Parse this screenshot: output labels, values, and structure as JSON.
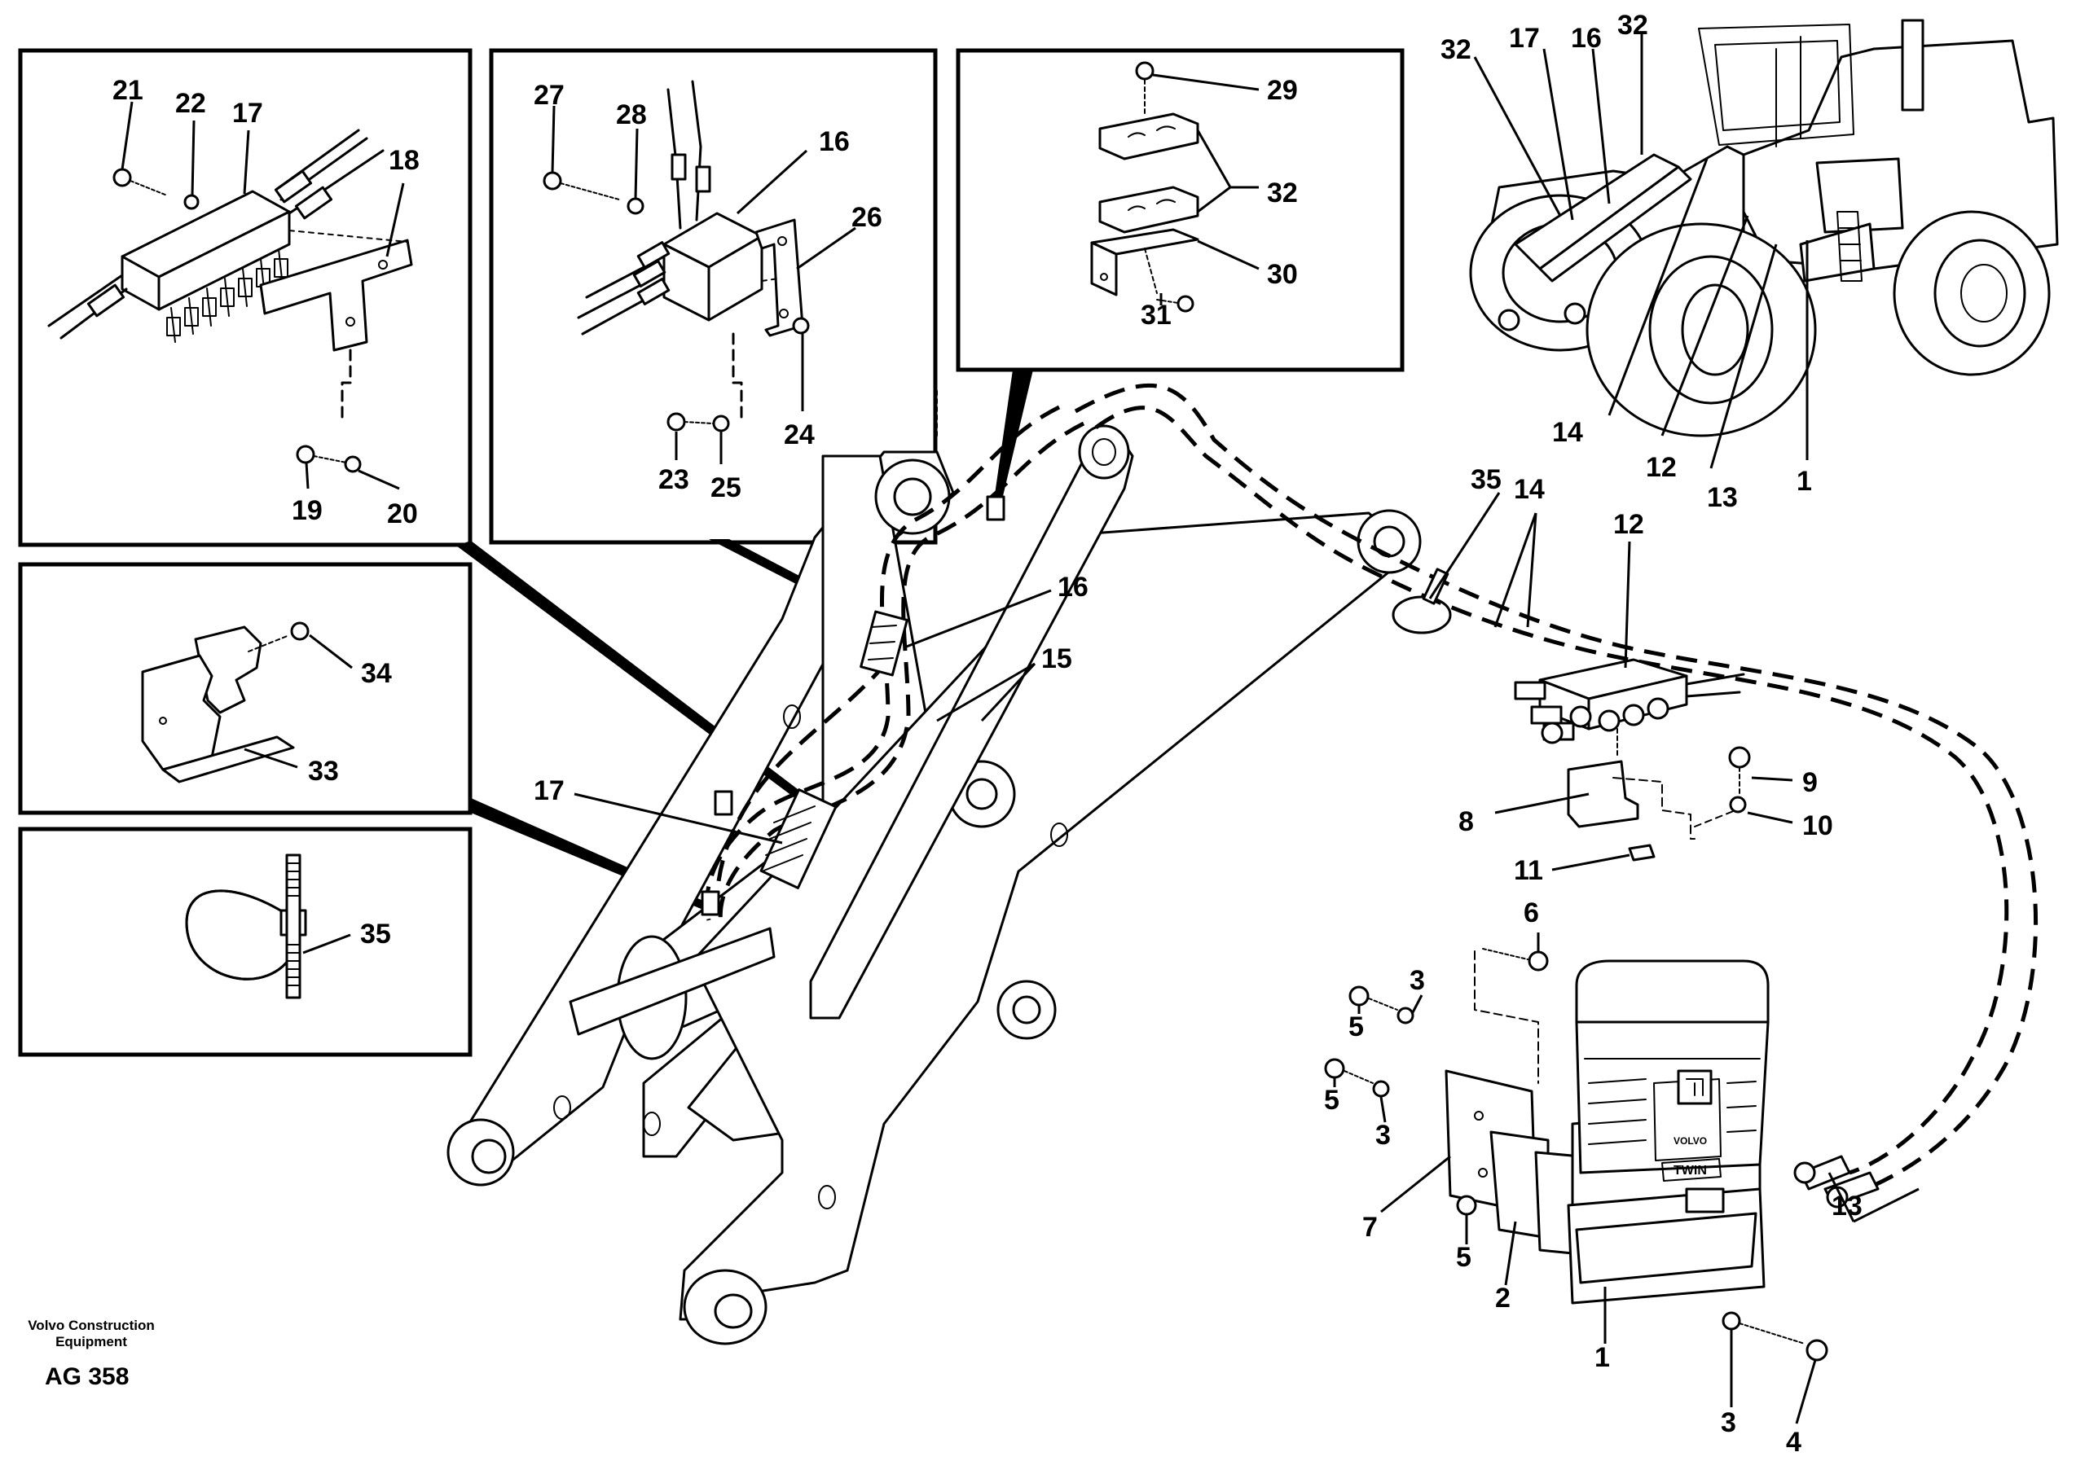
{
  "footer": {
    "company_line1": "Volvo Construction",
    "company_line2": "Equipment",
    "figure_code": "AG 358"
  },
  "unit_branding": {
    "brand": "VOLVO",
    "model": "TWIN"
  },
  "callouts": {
    "d21": "21",
    "d22": "22",
    "d17a": "17",
    "d18": "18",
    "d19": "19",
    "d20": "20",
    "d27": "27",
    "d28": "28",
    "d16a": "16",
    "d26": "26",
    "d23": "23",
    "d25": "25",
    "d24": "24",
    "d29": "29",
    "d32a": "32",
    "d30": "30",
    "d31": "31",
    "d34": "34",
    "d33": "33",
    "d35a": "35",
    "m32a": "32",
    "m17": "17",
    "m16": "16",
    "m32b": "32",
    "m14": "14",
    "m12": "12",
    "m13": "13",
    "m1": "1",
    "b16": "16",
    "b15": "15",
    "b17": "17",
    "r35": "35",
    "r14": "14",
    "r12": "12",
    "r9": "9",
    "r8": "8",
    "r10": "10",
    "r11": "11",
    "r6": "6",
    "r3a": "3",
    "r5a": "5",
    "r5b": "5",
    "r3b": "3",
    "r7": "7",
    "r5c": "5",
    "r2": "2",
    "r1": "1",
    "r13": "13",
    "r3c": "3",
    "r4": "4"
  }
}
